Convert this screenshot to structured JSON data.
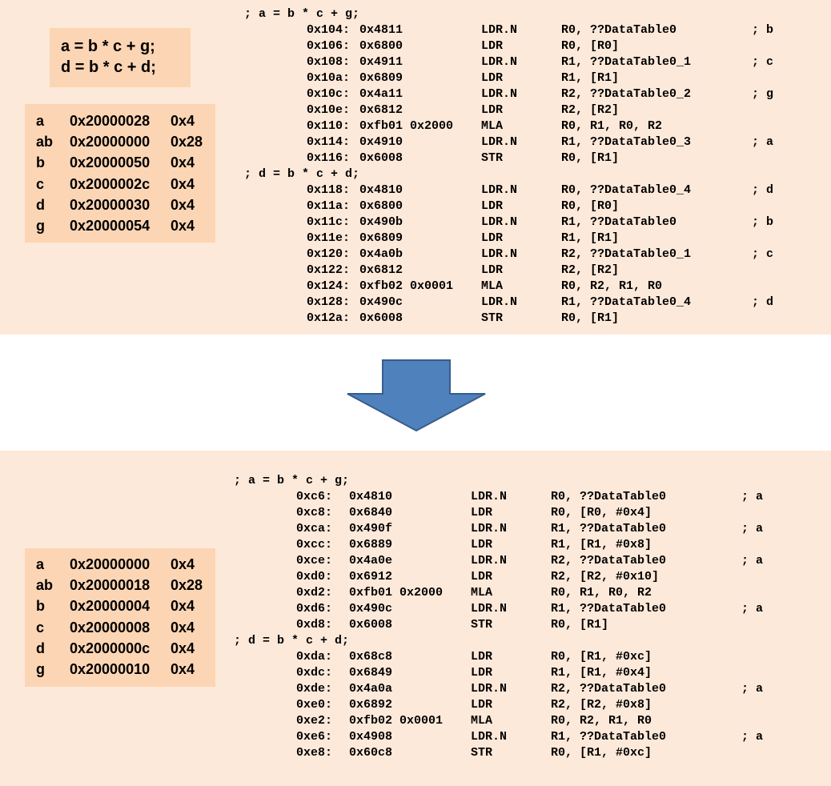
{
  "top": {
    "c_source": [
      "a = b * c + g;",
      "d = b * c + d;"
    ],
    "symbols": [
      {
        "name": "a",
        "address": "0x20000028",
        "size": "0x4"
      },
      {
        "name": "ab",
        "address": "0x20000000",
        "size": "0x28"
      },
      {
        "name": "b",
        "address": "0x20000050",
        "size": "0x4"
      },
      {
        "name": "c",
        "address": "0x2000002c",
        "size": "0x4"
      },
      {
        "name": "d",
        "address": "0x20000030",
        "size": "0x4"
      },
      {
        "name": "g",
        "address": "0x20000054",
        "size": "0x4"
      }
    ],
    "asm": [
      {
        "header": "; a = b * c + g;"
      },
      {
        "addr": "0x104:",
        "enc": "0x4811",
        "mn": "LDR.N",
        "op": "R0, ??DataTable0",
        "cm": "; b"
      },
      {
        "addr": "0x106:",
        "enc": "0x6800",
        "mn": "LDR",
        "op": "R0, [R0]",
        "cm": ""
      },
      {
        "addr": "0x108:",
        "enc": "0x4911",
        "mn": "LDR.N",
        "op": "R1, ??DataTable0_1",
        "cm": "; c"
      },
      {
        "addr": "0x10a:",
        "enc": "0x6809",
        "mn": "LDR",
        "op": "R1, [R1]",
        "cm": ""
      },
      {
        "addr": "0x10c:",
        "enc": "0x4a11",
        "mn": "LDR.N",
        "op": "R2, ??DataTable0_2",
        "cm": "; g"
      },
      {
        "addr": "0x10e:",
        "enc": "0x6812",
        "mn": "LDR",
        "op": "R2, [R2]",
        "cm": ""
      },
      {
        "addr": "0x110:",
        "enc": "0xfb01 0x2000",
        "mn": "MLA",
        "op": "R0, R1, R0, R2",
        "cm": ""
      },
      {
        "addr": "0x114:",
        "enc": "0x4910",
        "mn": "LDR.N",
        "op": "R1, ??DataTable0_3",
        "cm": "; a"
      },
      {
        "addr": "0x116:",
        "enc": "0x6008",
        "mn": "STR",
        "op": "R0, [R1]",
        "cm": ""
      },
      {
        "header": "; d = b * c + d;"
      },
      {
        "addr": "0x118:",
        "enc": "0x4810",
        "mn": "LDR.N",
        "op": "R0, ??DataTable0_4",
        "cm": "; d"
      },
      {
        "addr": "0x11a:",
        "enc": "0x6800",
        "mn": "LDR",
        "op": "R0, [R0]",
        "cm": ""
      },
      {
        "addr": "0x11c:",
        "enc": "0x490b",
        "mn": "LDR.N",
        "op": "R1, ??DataTable0",
        "cm": "; b"
      },
      {
        "addr": "0x11e:",
        "enc": "0x6809",
        "mn": "LDR",
        "op": "R1, [R1]",
        "cm": ""
      },
      {
        "addr": "0x120:",
        "enc": "0x4a0b",
        "mn": "LDR.N",
        "op": "R2, ??DataTable0_1",
        "cm": "; c"
      },
      {
        "addr": "0x122:",
        "enc": "0x6812",
        "mn": "LDR",
        "op": "R2, [R2]",
        "cm": ""
      },
      {
        "addr": "0x124:",
        "enc": "0xfb02 0x0001",
        "mn": "MLA",
        "op": "R0, R2, R1, R0",
        "cm": ""
      },
      {
        "addr": "0x128:",
        "enc": "0x490c",
        "mn": "LDR.N",
        "op": "R1, ??DataTable0_4",
        "cm": "; d"
      },
      {
        "addr": "0x12a:",
        "enc": "0x6008",
        "mn": "STR",
        "op": "R0, [R1]",
        "cm": ""
      }
    ]
  },
  "bottom": {
    "symbols": [
      {
        "name": "a",
        "address": "0x20000000",
        "size": "0x4"
      },
      {
        "name": "ab",
        "address": "0x20000018",
        "size": "0x28"
      },
      {
        "name": "b",
        "address": "0x20000004",
        "size": "0x4"
      },
      {
        "name": "c",
        "address": "0x20000008",
        "size": "0x4"
      },
      {
        "name": "d",
        "address": "0x2000000c",
        "size": "0x4"
      },
      {
        "name": "g",
        "address": "0x20000010",
        "size": "0x4"
      }
    ],
    "asm": [
      {
        "header": "; a = b * c + g;"
      },
      {
        "addr": "0xc6:",
        "enc": "0x4810",
        "mn": "LDR.N",
        "op": "R0, ??DataTable0",
        "cm": "; a"
      },
      {
        "addr": "0xc8:",
        "enc": "0x6840",
        "mn": "LDR",
        "op": "R0, [R0, #0x4]",
        "cm": ""
      },
      {
        "addr": "0xca:",
        "enc": "0x490f",
        "mn": "LDR.N",
        "op": "R1, ??DataTable0",
        "cm": "; a"
      },
      {
        "addr": "0xcc:",
        "enc": "0x6889",
        "mn": "LDR",
        "op": "R1, [R1, #0x8]",
        "cm": ""
      },
      {
        "addr": "0xce:",
        "enc": "0x4a0e",
        "mn": "LDR.N",
        "op": "R2, ??DataTable0",
        "cm": "; a"
      },
      {
        "addr": "0xd0:",
        "enc": "0x6912",
        "mn": "LDR",
        "op": "R2, [R2, #0x10]",
        "cm": ""
      },
      {
        "addr": "0xd2:",
        "enc": "0xfb01 0x2000",
        "mn": "MLA",
        "op": "R0, R1, R0, R2",
        "cm": ""
      },
      {
        "addr": "0xd6:",
        "enc": "0x490c",
        "mn": "LDR.N",
        "op": "R1, ??DataTable0",
        "cm": "; a"
      },
      {
        "addr": "0xd8:",
        "enc": "0x6008",
        "mn": "STR",
        "op": "R0, [R1]",
        "cm": ""
      },
      {
        "header": "; d = b * c + d;"
      },
      {
        "addr": "0xda:",
        "enc": "0x68c8",
        "mn": "LDR",
        "op": "R0, [R1, #0xc]",
        "cm": ""
      },
      {
        "addr": "0xdc:",
        "enc": "0x6849",
        "mn": "LDR",
        "op": "R1, [R1, #0x4]",
        "cm": ""
      },
      {
        "addr": "0xde:",
        "enc": "0x4a0a",
        "mn": "LDR.N",
        "op": "R2, ??DataTable0",
        "cm": "; a"
      },
      {
        "addr": "0xe0:",
        "enc": "0x6892",
        "mn": "LDR",
        "op": "R2, [R2, #0x8]",
        "cm": ""
      },
      {
        "addr": "0xe2:",
        "enc": "0xfb02 0x0001",
        "mn": "MLA",
        "op": "R0, R2, R1, R0",
        "cm": ""
      },
      {
        "addr": "0xe6:",
        "enc": "0x4908",
        "mn": "LDR.N",
        "op": "R1, ??DataTable0",
        "cm": "; a"
      },
      {
        "addr": "0xe8:",
        "enc": "0x60c8",
        "mn": "STR",
        "op": "R0, [R1, #0xc]",
        "cm": ""
      }
    ]
  },
  "colors": {
    "panel_background": "#fde9d9",
    "box_background": "#fcd5b4",
    "arrow_fill": "#4f81bd",
    "arrow_stroke": "#385d8a"
  }
}
